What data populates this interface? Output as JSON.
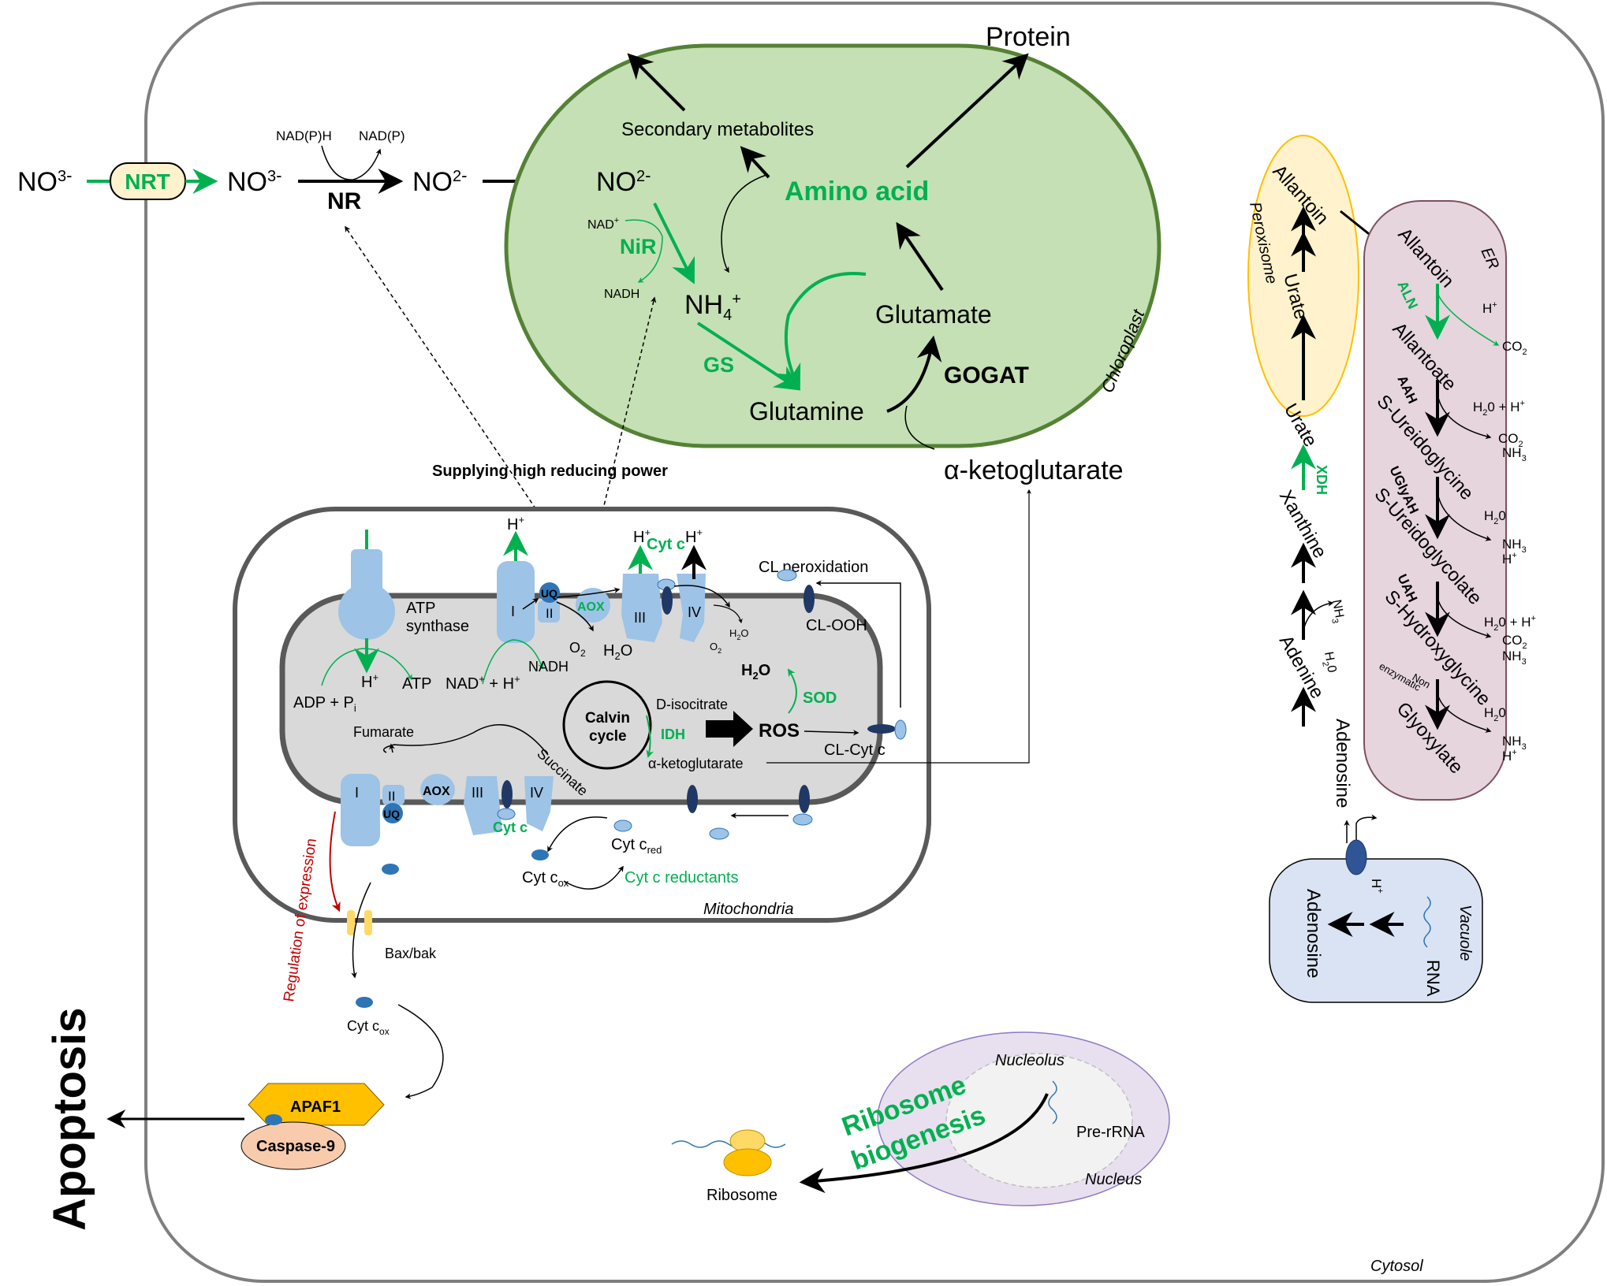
{
  "nitrate": {
    "no3_out": "NO3-",
    "nrt": "NRT",
    "no3_in": "NO3-",
    "nadph": "NAD(P)H",
    "nadp": "NAD(P)",
    "nr": "NR",
    "no2": "NO2-"
  },
  "chloroplast": {
    "label": "Chloroplast",
    "no2": "NO2-",
    "nadplus": "NAD+",
    "nadh": "NADH",
    "nir": "NiR",
    "nh4": "NH4+",
    "gs": "GS",
    "glutamine": "Glutamine",
    "glutamate": "Glutamate",
    "gogat": "GOGAT",
    "amino_acid": "Amino acid",
    "secondary": "Secondary metabolites",
    "protein": "Protein",
    "akg": "α-ketoglutarate"
  },
  "supplying": "Supplying high reducing power",
  "mitochondria": {
    "label": "Mitochondria",
    "h_plus": "H+",
    "atp_synthase": "ATP synthase",
    "complex_i": "I",
    "complex_ii": "II",
    "complex_iii": "III",
    "complex_iv": "IV",
    "uq": "UQ",
    "aox": "AOX",
    "cytc": "Cyt c",
    "o2": "O2",
    "h2o": "H2O",
    "cl_peroxidation": "CL peroxidation",
    "cl_ooh": "CL-OOH",
    "adp": "ADP + Pi",
    "atp": "ATP",
    "nad_h": "NAD+ + H+",
    "nadh": "NADH",
    "calvin": "Calvin cycle",
    "disocitrate": "D-isocitrate",
    "idh": "IDH",
    "akg": "α-ketoglutarate",
    "fumarate": "Fumarate",
    "succinate": "Succinate",
    "ros": "ROS",
    "sod": "SOD",
    "h2o_bold": "H2O",
    "cl_cytc": "CL-Cyt c",
    "cytc_red": "Cyt cred",
    "cytc_ox": "Cyt cox",
    "reductants": "Cyt c reductants"
  },
  "apoptosis": {
    "regulation": "Regulation of expression",
    "baxbak": "Bax/bak",
    "cytc_ox": "Cyt cox",
    "apaf1": "APAF1",
    "caspase": "Caspase-9",
    "title": "Apoptosis"
  },
  "ribosome": {
    "nucleolus": "Nucleolus",
    "pre_rrna": "Pre-rRNA",
    "nucleus": "Nucleus",
    "biogenesis_1": "Ribosome",
    "biogenesis_2": "biogenesis",
    "ribosome": "Ribosome"
  },
  "peroxisome": {
    "label": "Peroxisome",
    "allantoin": "Allantoin",
    "urate": "Urate"
  },
  "er": {
    "label": "ER",
    "allantoin": "Allantoin",
    "aln": "ALN",
    "allantoate": "Allantoate",
    "aah": "AAH",
    "s_ureidoglycine": "S-Ureidoglycine",
    "uglyah": "UGlyAH",
    "s_ureidoglycolate": "S-Ureidoglycolate",
    "uah": "UAH",
    "s_hydroxyglycine": "S-Hydroxyglycine",
    "non_enzymatic": "Non enzymatic",
    "glyoxylate": "Glyoxylate",
    "hplus": "H+",
    "co2": "CO2",
    "h2o_h": "H20 + H+",
    "nh3": "NH3",
    "h2o": "H20"
  },
  "purine": {
    "urate": "Urate",
    "xdh": "XDH",
    "xanthine": "Xanthine",
    "nh3": "NH3",
    "h2o": "H20",
    "adenine": "Adenine",
    "adenosine": "Adenosine"
  },
  "vacuole": {
    "label": "Vacuole",
    "adenosine": "Adenosine",
    "rna": "RNA",
    "hplus": "H+"
  },
  "cytosol": "Cytosol",
  "colors": {
    "green": "#00b050",
    "chloroplast_fill": "#c5e0b4",
    "chloroplast_stroke": "#548235",
    "mito_fill": "#d9d9d9",
    "protein_blue": "#9dc3e6",
    "peroxisome_fill": "#fff2cc",
    "er_fill": "#e6d5dd",
    "vacuole_fill": "#dae3f3",
    "nucleus_fill": "#e8e0ee",
    "red": "#c00000"
  }
}
